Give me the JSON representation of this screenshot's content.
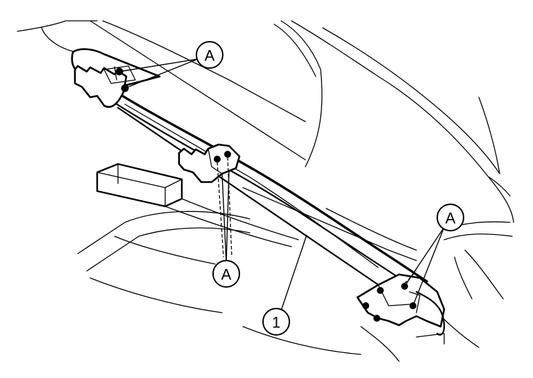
{
  "callouts": {
    "a_top": "A",
    "a_middle": "A",
    "a_right": "A",
    "part_1": "1"
  }
}
